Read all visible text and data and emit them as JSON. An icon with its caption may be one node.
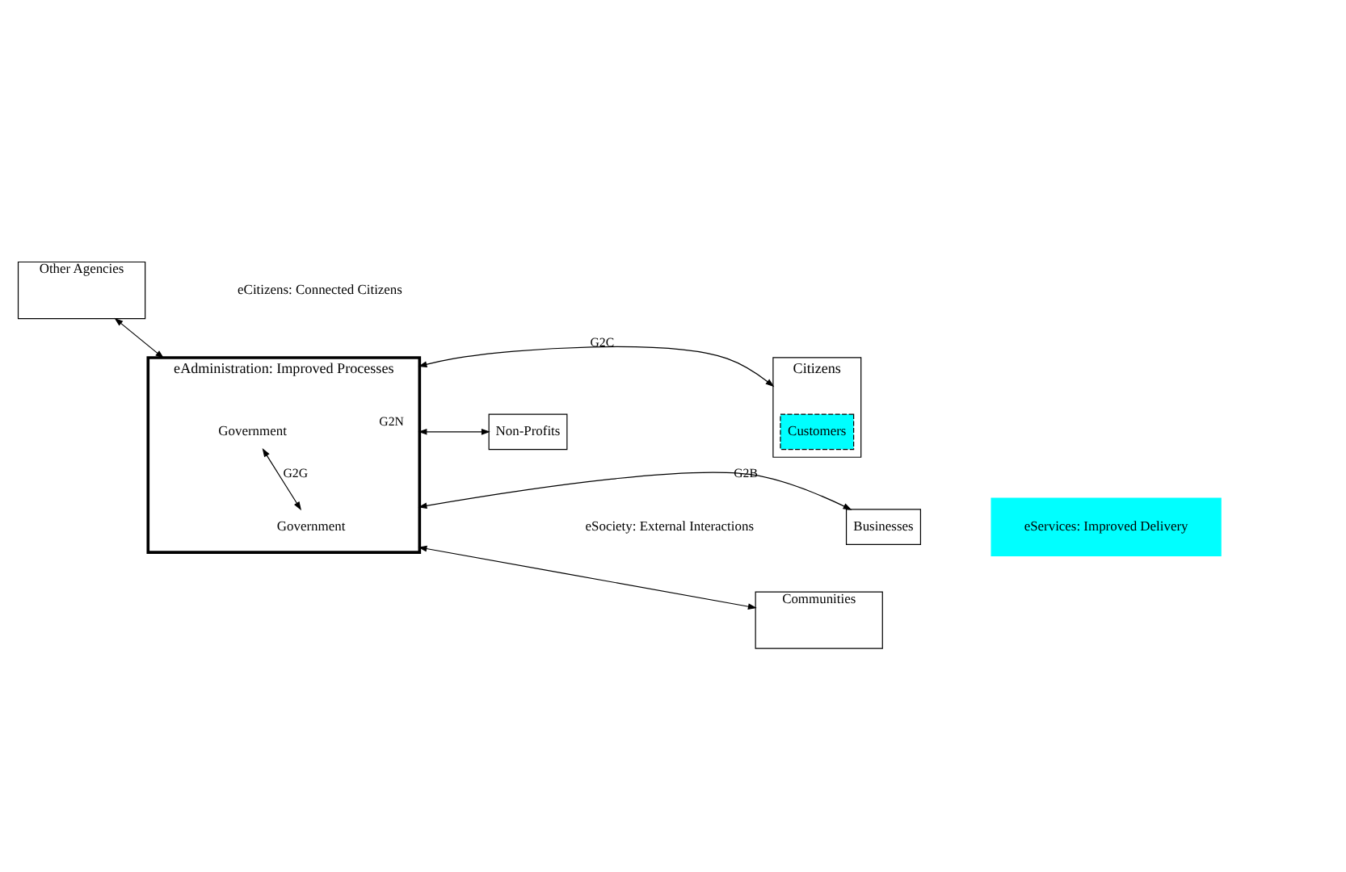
{
  "diagram": {
    "nodes": [
      {
        "text": [
          "Other Agencies"
        ]
      },
      {
        "text": [
          "eAdministration: Improved Processes"
        ]
      },
      {
        "text": [
          "Government"
        ],
        "in": 1
      },
      {
        "text": [
          "Government"
        ],
        "in": 1
      },
      {
        "text": [
          "Non-Profits"
        ]
      },
      {
        "text": [
          "Citizens"
        ]
      },
      {
        "text": [
          "Customers"
        ],
        "in": 5
      },
      {
        "text": [
          "Businesses"
        ]
      },
      {
        "text": [
          "Communities"
        ]
      }
    ],
    "edges": [
      {
        "from": 0,
        "to": 1,
        "arrow": "both"
      },
      {
        "from": 4,
        "to": 1,
        "arrow": "both",
        "label": "G2N"
      },
      {
        "from": 1,
        "to": 5,
        "arrow": "both",
        "label": "G2C"
      },
      {
        "from": 2,
        "to": 3,
        "arrow": "both",
        "label": "G2G"
      },
      {
        "from": 1,
        "to": 7,
        "arrow": "both",
        "label": "G2B"
      },
      {
        "from": 1,
        "to": 8,
        "arrow": "both"
      }
    ],
    "labels": [
      "eCitizens: Connected Citizens",
      "eSociety: External Interactions",
      "eServices: Improved Delivery"
    ]
  }
}
